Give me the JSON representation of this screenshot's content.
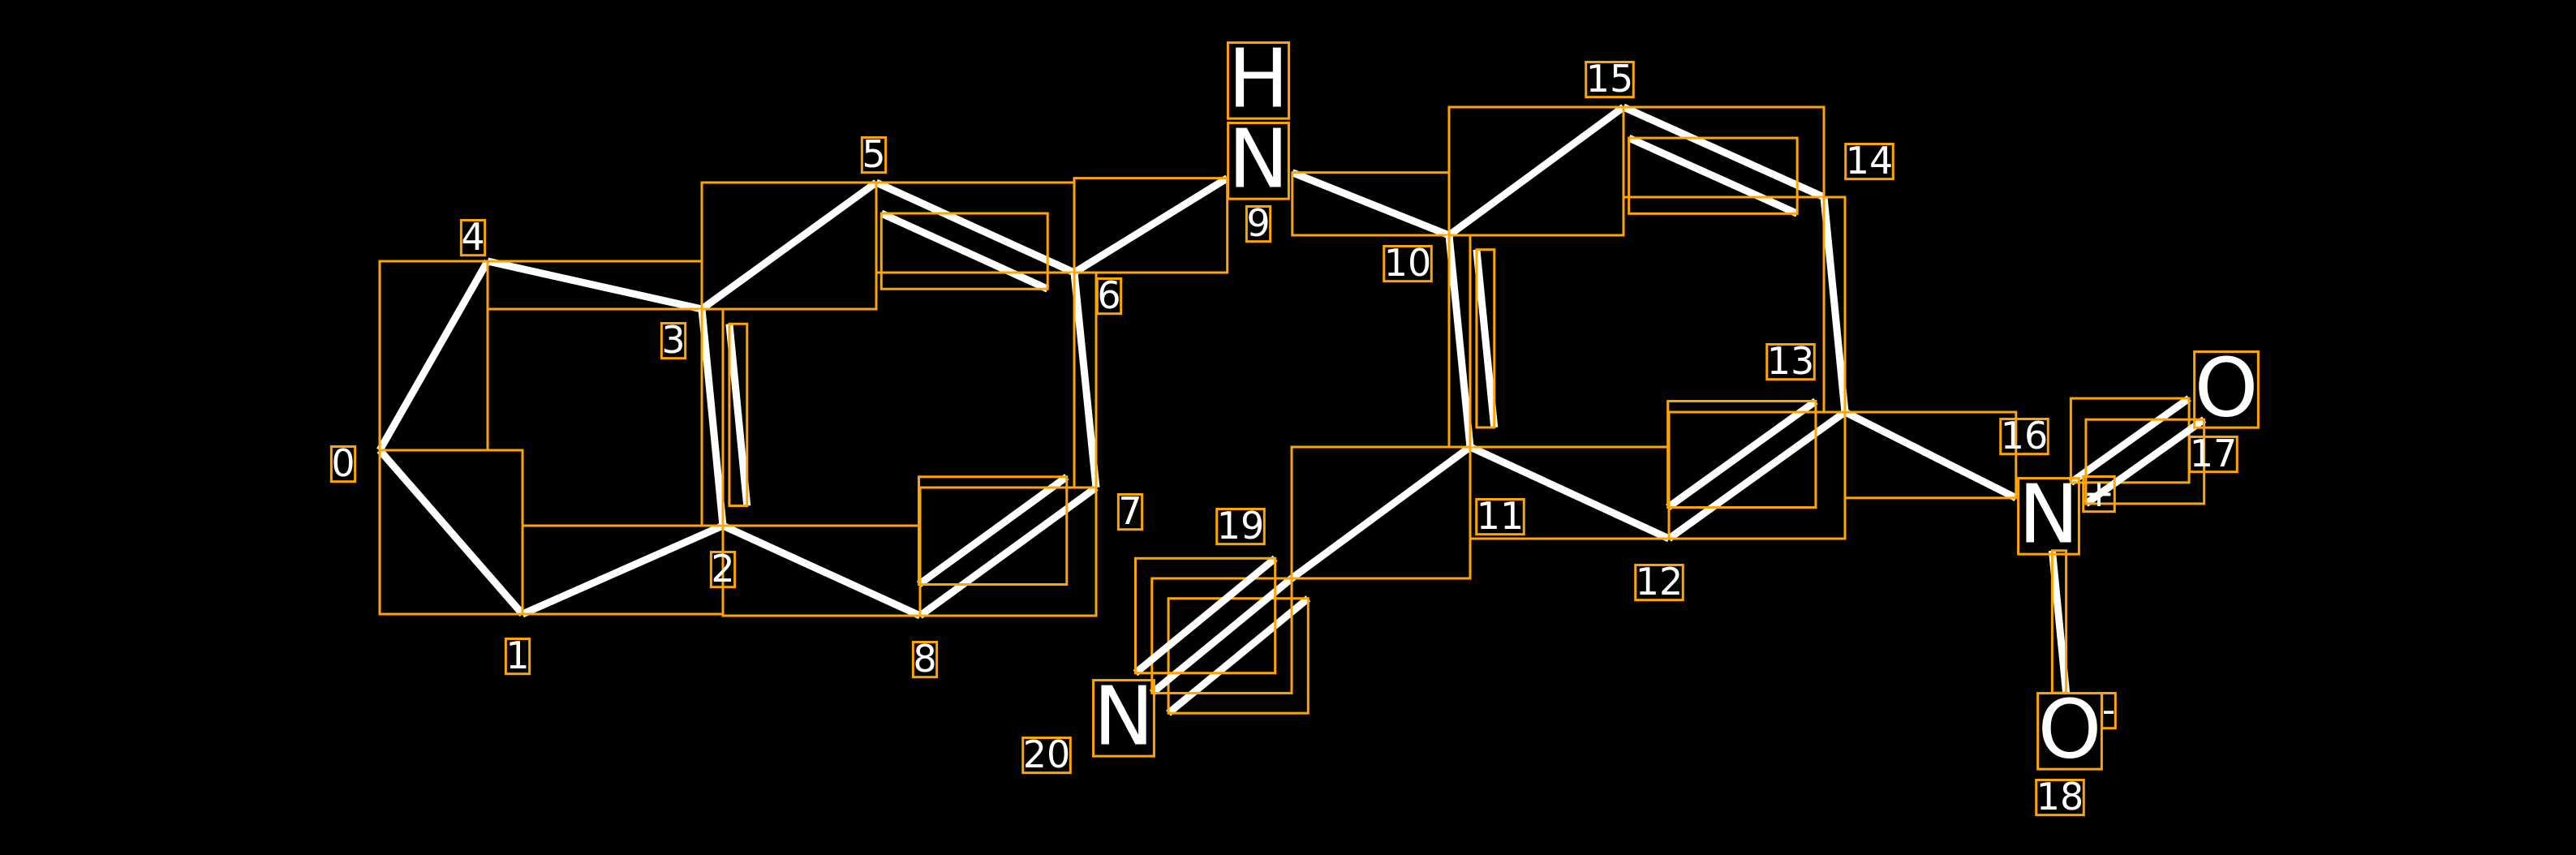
{
  "molecule": {
    "atoms": [
      {
        "index": "0",
        "symbol": ""
      },
      {
        "index": "1",
        "symbol": ""
      },
      {
        "index": "2",
        "symbol": ""
      },
      {
        "index": "3",
        "symbol": ""
      },
      {
        "index": "4",
        "symbol": ""
      },
      {
        "index": "5",
        "symbol": ""
      },
      {
        "index": "6",
        "symbol": ""
      },
      {
        "index": "7",
        "symbol": ""
      },
      {
        "index": "8",
        "symbol": ""
      },
      {
        "index": "9",
        "symbol": "N",
        "hydrogen": "H"
      },
      {
        "index": "10",
        "symbol": ""
      },
      {
        "index": "11",
        "symbol": ""
      },
      {
        "index": "12",
        "symbol": ""
      },
      {
        "index": "13",
        "symbol": ""
      },
      {
        "index": "14",
        "symbol": ""
      },
      {
        "index": "15",
        "symbol": ""
      },
      {
        "index": "16",
        "symbol": "N",
        "charge": "+"
      },
      {
        "index": "17",
        "symbol": "O"
      },
      {
        "index": "18",
        "symbol": "O",
        "charge": "-"
      },
      {
        "index": "19",
        "symbol": ""
      },
      {
        "index": "20",
        "symbol": "N"
      }
    ],
    "bonds": [
      [
        0,
        1,
        1
      ],
      [
        0,
        4,
        1
      ],
      [
        4,
        3,
        1
      ],
      [
        3,
        2,
        2
      ],
      [
        3,
        5,
        1
      ],
      [
        5,
        6,
        2
      ],
      [
        6,
        7,
        1
      ],
      [
        7,
        8,
        2
      ],
      [
        8,
        2,
        1
      ],
      [
        2,
        1,
        1
      ],
      [
        6,
        9,
        1
      ],
      [
        9,
        10,
        1
      ],
      [
        10,
        15,
        1
      ],
      [
        15,
        14,
        2
      ],
      [
        14,
        13,
        1
      ],
      [
        13,
        12,
        2
      ],
      [
        12,
        11,
        1
      ],
      [
        11,
        10,
        2
      ],
      [
        11,
        19,
        1
      ],
      [
        19,
        20,
        3
      ],
      [
        13,
        16,
        1
      ],
      [
        16,
        17,
        2
      ],
      [
        16,
        18,
        1
      ]
    ],
    "colors": {
      "background": "#000000",
      "bond": "#FFFFFF",
      "box": "#FFA500"
    }
  }
}
